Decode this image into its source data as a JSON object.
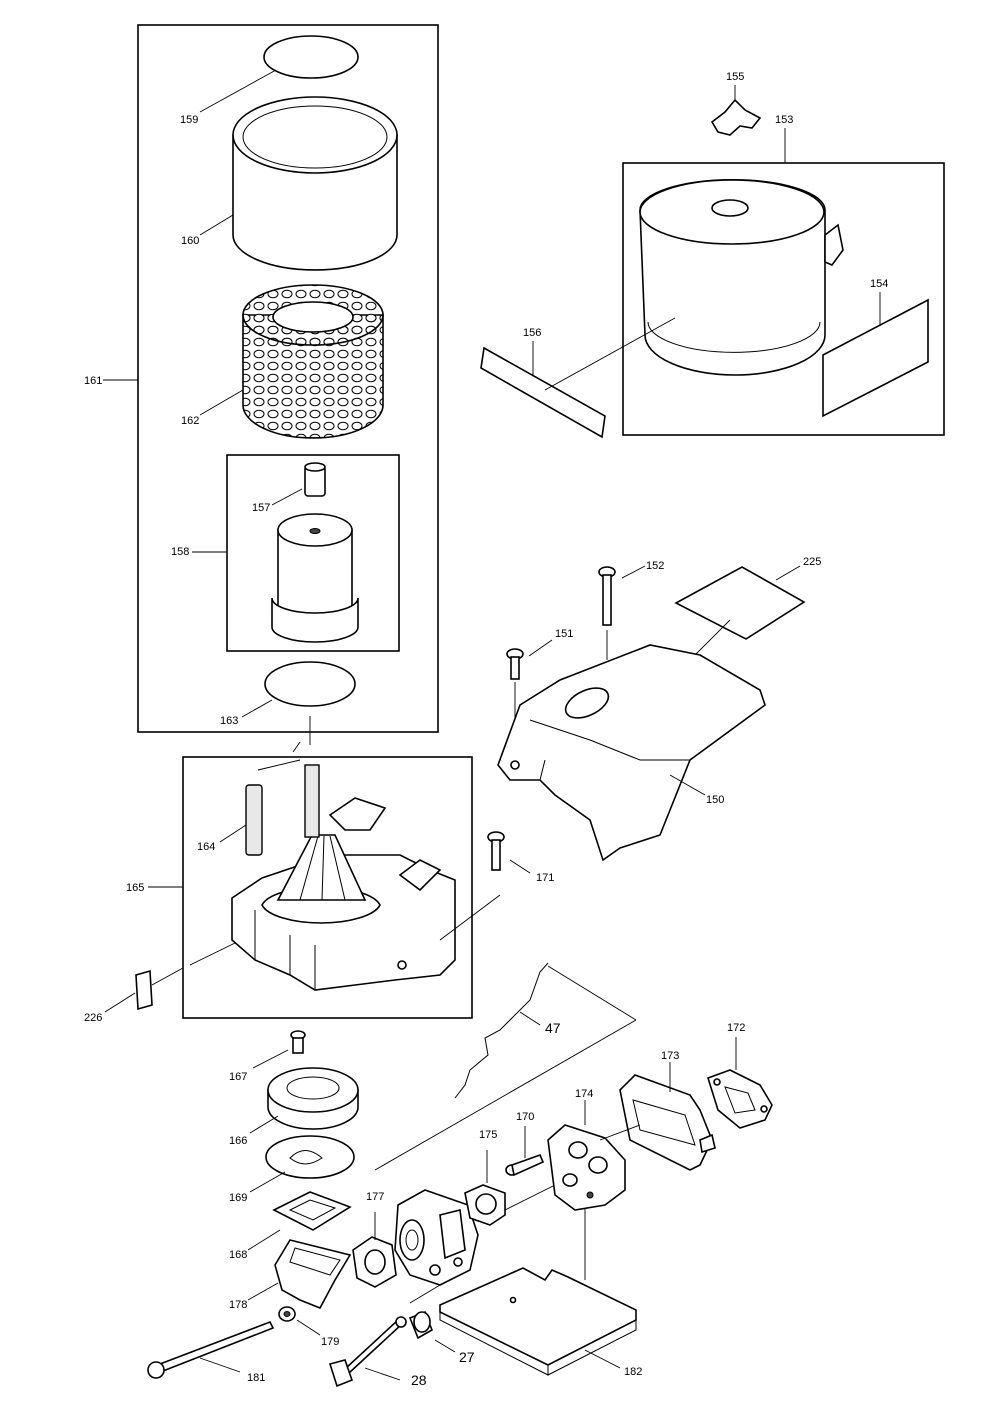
{
  "parts": {
    "p159": "159",
    "p160": "160",
    "p161": "161",
    "p162": "162",
    "p157": "157",
    "p158": "158",
    "p163": "163",
    "p164": "164",
    "p165": "165",
    "p226": "226",
    "p155": "155",
    "p153": "153",
    "p154": "154",
    "p156": "156",
    "p152": "152",
    "p225": "225",
    "p151": "151",
    "p150": "150",
    "p171": "171",
    "p47": "47",
    "p167": "167",
    "p166": "166",
    "p169": "169",
    "p168": "168",
    "p178": "178",
    "p179": "179",
    "p181": "181",
    "p28": "28",
    "p27": "27",
    "p182": "182",
    "p177": "177",
    "p175": "175",
    "p170": "170",
    "p174": "174",
    "p173": "173",
    "p172": "172"
  }
}
